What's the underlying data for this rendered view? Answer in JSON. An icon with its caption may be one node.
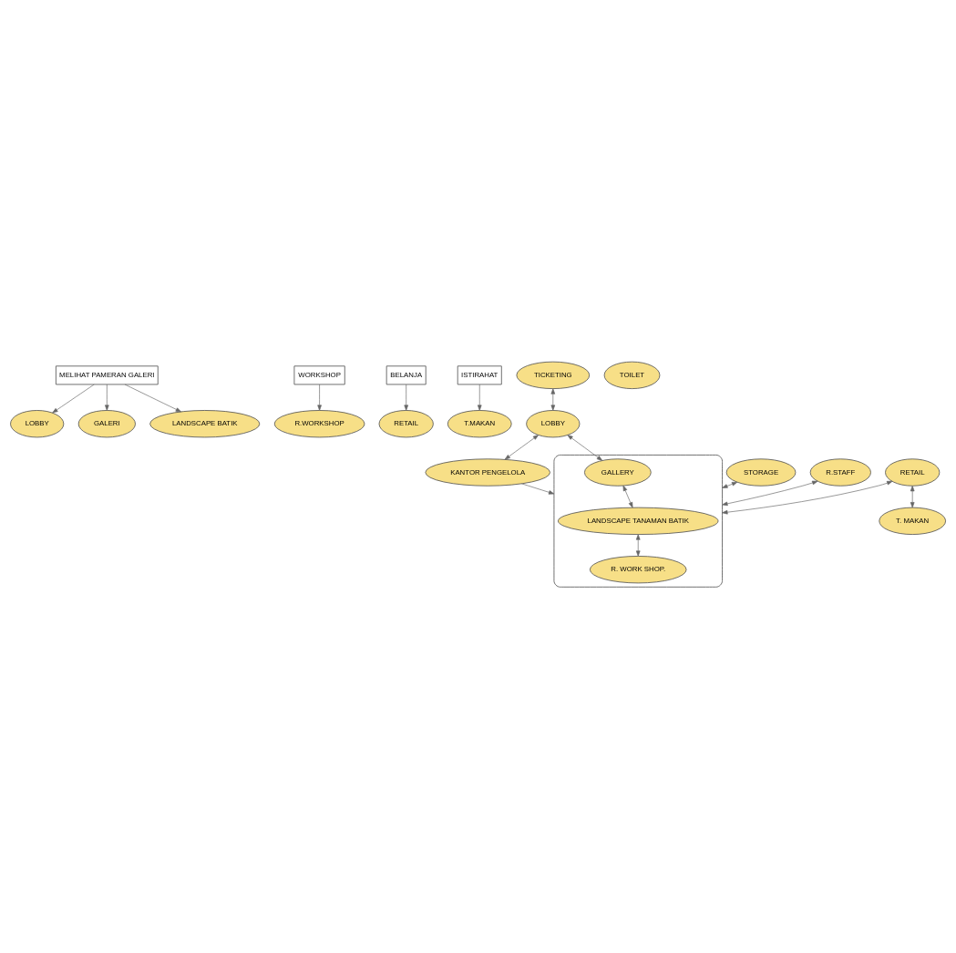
{
  "diagram": {
    "nodes": [
      {
        "text": [
          "MELIHAT PAMERAN GALERI"
        ]
      },
      {
        "text": [
          "WORKSHOP"
        ]
      },
      {
        "text": [
          "BELANJA"
        ]
      },
      {
        "text": [
          "ISTIRAHAT"
        ]
      },
      {
        "text": [
          "LOBBY"
        ]
      },
      {
        "text": [
          "GALERI"
        ]
      },
      {
        "text": [
          "LANDSCAPE BATIK"
        ]
      },
      {
        "text": [
          "R.WORKSHOP"
        ]
      },
      {
        "text": [
          "RETAIL"
        ]
      },
      {
        "text": [
          "T.MAKAN"
        ]
      },
      {
        "text": [
          "TICKETING"
        ]
      },
      {
        "text": [
          "KANTOR PENGELOLA"
        ]
      },
      {
        "text": [
          "LOBBY"
        ]
      },
      {
        "text": [
          "STORAGE"
        ]
      },
      {
        "text": [],
        "shape": "cloud"
      },
      {
        "text": [
          "GALLERY"
        ],
        "in": 14
      },
      {
        "text": [
          "LANDSCAPE TANAMAN BATIK"
        ],
        "in": 14
      },
      {
        "text": [
          "R.STAFF"
        ]
      },
      {
        "text": [
          "R. WORK SHOP."
        ],
        "in": 14
      },
      {
        "text": [
          "RETAIL"
        ]
      },
      {
        "text": [
          "T. MAKAN"
        ]
      },
      {
        "text": [
          "TOILET"
        ]
      }
    ],
    "edges": [
      {
        "from": 0,
        "to": 4,
        "arrow": "to"
      },
      {
        "from": 0,
        "to": 5,
        "arrow": "to"
      },
      {
        "from": 0,
        "to": 6,
        "arrow": "to"
      },
      {
        "from": 1,
        "to": 7,
        "arrow": "to"
      },
      {
        "from": 2,
        "to": 8,
        "arrow": "to"
      },
      {
        "from": 3,
        "to": 9,
        "arrow": "to"
      },
      {
        "from": 10,
        "to": 12,
        "arrow": "both"
      },
      {
        "from": 12,
        "to": 11,
        "arrow": "both"
      },
      {
        "from": 11,
        "to": 14,
        "arrow": "to"
      },
      {
        "from": 12,
        "to": 15,
        "arrow": "both"
      },
      {
        "from": 13,
        "to": 14,
        "arrow": "both"
      },
      {
        "from": 15,
        "to": 16,
        "arrow": "both"
      },
      {
        "from": 17,
        "to": 14,
        "arrow": "both"
      },
      {
        "from": 16,
        "to": 18,
        "arrow": "both"
      },
      {
        "from": 19,
        "to": 14,
        "arrow": "both"
      },
      {
        "from": 19,
        "to": 20,
        "arrow": "both"
      }
    ]
  }
}
